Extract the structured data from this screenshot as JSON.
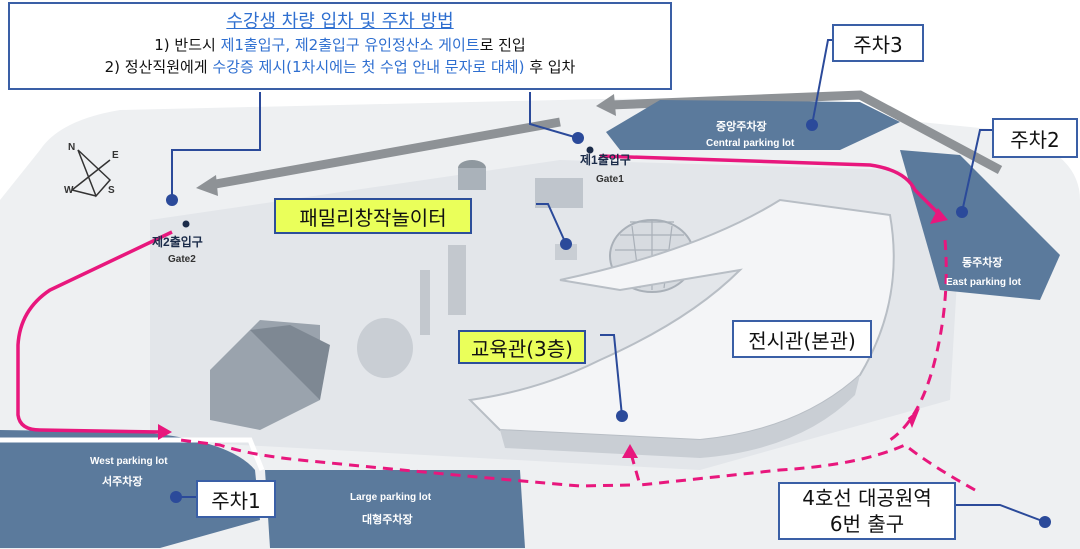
{
  "info_box": {
    "title": "수강생 차량 입차 및 주차 방법",
    "line1_prefix": "1) 반드시 ",
    "line1_highlight": "제1출입구, 제2출입구 유인정산소 게이트",
    "line1_suffix": "로 진입",
    "line2_prefix": "2) 정산직원에게 ",
    "line2_highlight": "수강증 제시(1차시에는 첫 수업 안내 문자로 대체)",
    "line2_suffix": " 후 입차"
  },
  "callouts": {
    "parking1": "주차1",
    "parking2": "주차2",
    "parking3": "주차3",
    "family_playground": "패밀리창작놀이터",
    "education_hall": "교육관(3층)",
    "exhibition_hall": "전시관(본관)",
    "subway_line1": "4호선 대공원역",
    "subway_line2": "6번 출구"
  },
  "map_labels": {
    "gate1_ko": "제1출입구",
    "gate1_en": "Gate1",
    "gate2_ko": "제2출입구",
    "gate2_en": "Gate2",
    "central_ko": "중앙주차장",
    "central_en": "Central parking lot",
    "east_ko": "동주차장",
    "east_en": "East parking lot",
    "west_en": "West parking lot",
    "west_ko": "서주차장",
    "large_en": "Large parking lot",
    "large_ko": "대형주차장"
  },
  "compass": {
    "n": "N",
    "e": "E",
    "s": "S",
    "w": "W"
  },
  "colors": {
    "route": "#e8177d",
    "parking": "#5b7a9c",
    "callout_border": "#3a5fa6",
    "highlight": "#eaff5a",
    "text_blue": "#2f6fd0",
    "marker": "#2b4a9a"
  }
}
